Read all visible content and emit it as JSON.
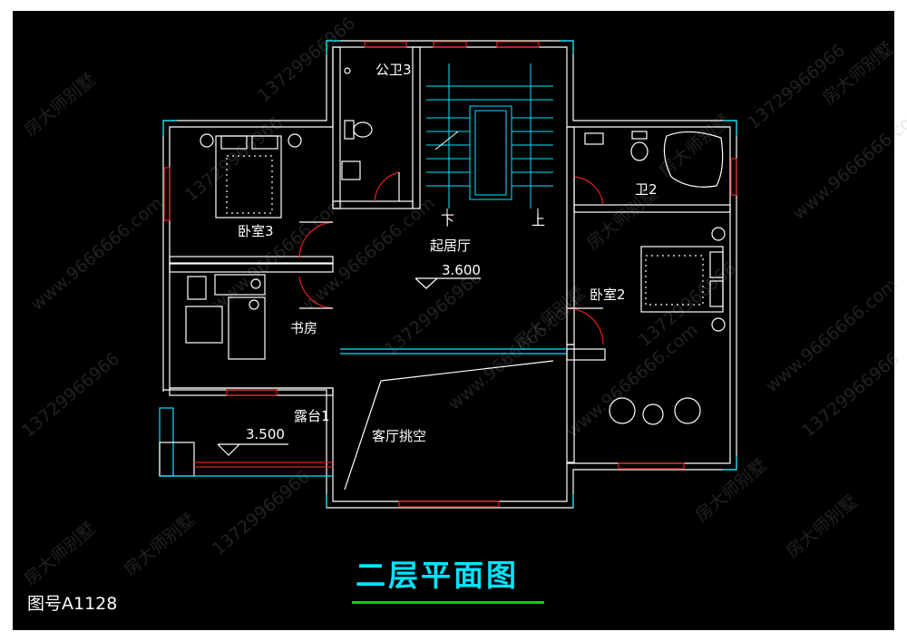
{
  "rooms": {
    "public_bath": "公卫3",
    "bath2": "卫2",
    "bedroom3": "卧室3",
    "living": "起居厅",
    "bedroom2": "卧室2",
    "study": "书房",
    "terrace": "露台1",
    "void": "客厅挑空"
  },
  "stairs": {
    "down": "下",
    "up": "上"
  },
  "elevations": {
    "second_floor": "3.600",
    "terrace": "3.500"
  },
  "title": "二层平面图",
  "drawing_number": "图号A1128",
  "watermark": {
    "brand": "房大师别墅",
    "phone": "13729966966",
    "site": "www.9666666.com"
  },
  "colors": {
    "background": "#000000",
    "wall": "#ffffff",
    "window": "#e02020",
    "glass": "#00e5ff",
    "title": "#00e5ff",
    "underline": "#20c020"
  }
}
